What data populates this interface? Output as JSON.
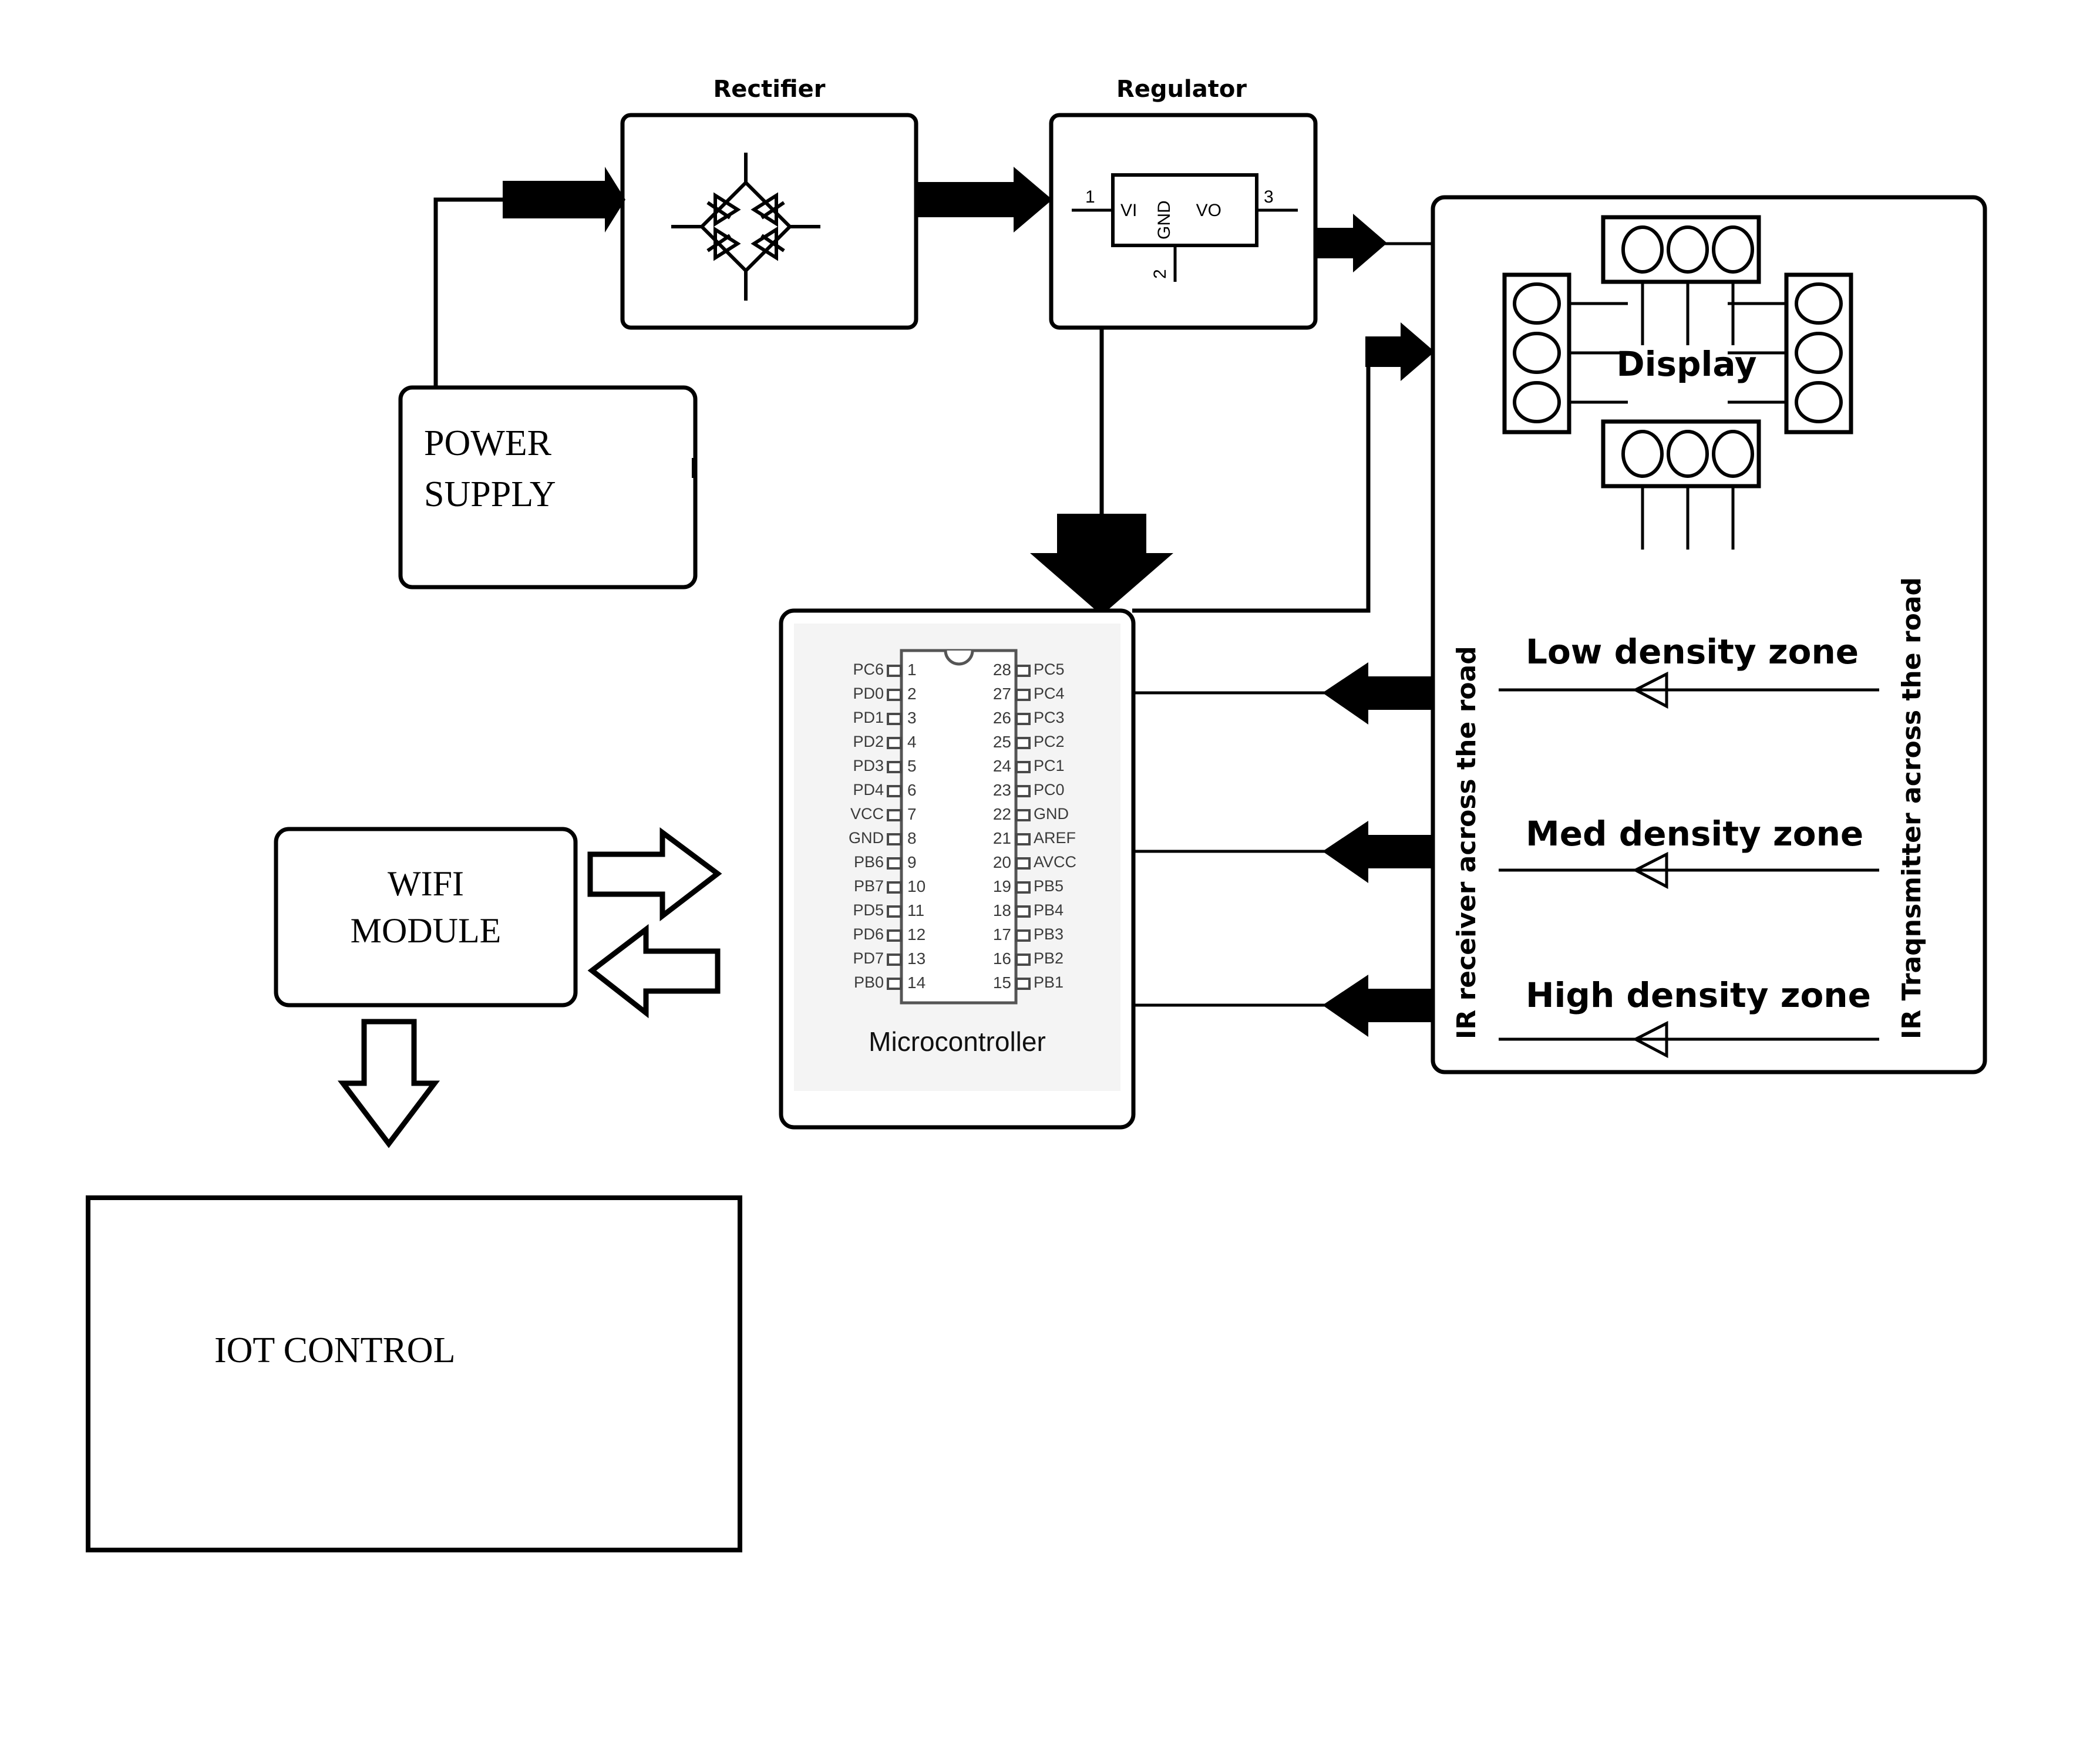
{
  "diagram": {
    "title_rectifier": "Rectifier",
    "title_regulator": "Regulator",
    "power_supply_line1": "POWER",
    "power_supply_line2": "SUPPLY",
    "wifi_line1": "WIFI",
    "wifi_line2": "MODULE",
    "iot_control": "IOT CONTROL",
    "microcontroller": "Microcontroller",
    "display": "Display",
    "ir_receiver_label": "IR receiver across the road",
    "ir_transmitter_label": "IR Traqnsmitter across the road",
    "zones": [
      {
        "label": "Low density zone"
      },
      {
        "label": "Med density zone"
      },
      {
        "label": "High density zone"
      }
    ],
    "regulator_ic": {
      "vi": "VI",
      "vo": "VO",
      "gnd": "GND",
      "pin1": "1",
      "pin2": "2",
      "pin3": "3"
    },
    "mcu_pins_left": [
      {
        "name": "PC6",
        "num": "1"
      },
      {
        "name": "PD0",
        "num": "2"
      },
      {
        "name": "PD1",
        "num": "3"
      },
      {
        "name": "PD2",
        "num": "4"
      },
      {
        "name": "PD3",
        "num": "5"
      },
      {
        "name": "PD4",
        "num": "6"
      },
      {
        "name": "VCC",
        "num": "7"
      },
      {
        "name": "GND",
        "num": "8"
      },
      {
        "name": "PB6",
        "num": "9"
      },
      {
        "name": "PB7",
        "num": "10"
      },
      {
        "name": "PD5",
        "num": "11"
      },
      {
        "name": "PD6",
        "num": "12"
      },
      {
        "name": "PD7",
        "num": "13"
      },
      {
        "name": "PB0",
        "num": "14"
      }
    ],
    "mcu_pins_right": [
      {
        "name": "PC5",
        "num": "28"
      },
      {
        "name": "PC4",
        "num": "27"
      },
      {
        "name": "PC3",
        "num": "26"
      },
      {
        "name": "PC2",
        "num": "25"
      },
      {
        "name": "PC1",
        "num": "24"
      },
      {
        "name": "PC0",
        "num": "23"
      },
      {
        "name": "GND",
        "num": "22"
      },
      {
        "name": "AREF",
        "num": "21"
      },
      {
        "name": "AVCC",
        "num": "20"
      },
      {
        "name": "PB5",
        "num": "19"
      },
      {
        "name": "PB4",
        "num": "18"
      },
      {
        "name": "PB3",
        "num": "17"
      },
      {
        "name": "PB2",
        "num": "16"
      },
      {
        "name": "PB1",
        "num": "15"
      }
    ],
    "colors": {
      "line": "#000000",
      "background": "#ffffff",
      "pin_text": "#3b3b3b"
    }
  }
}
